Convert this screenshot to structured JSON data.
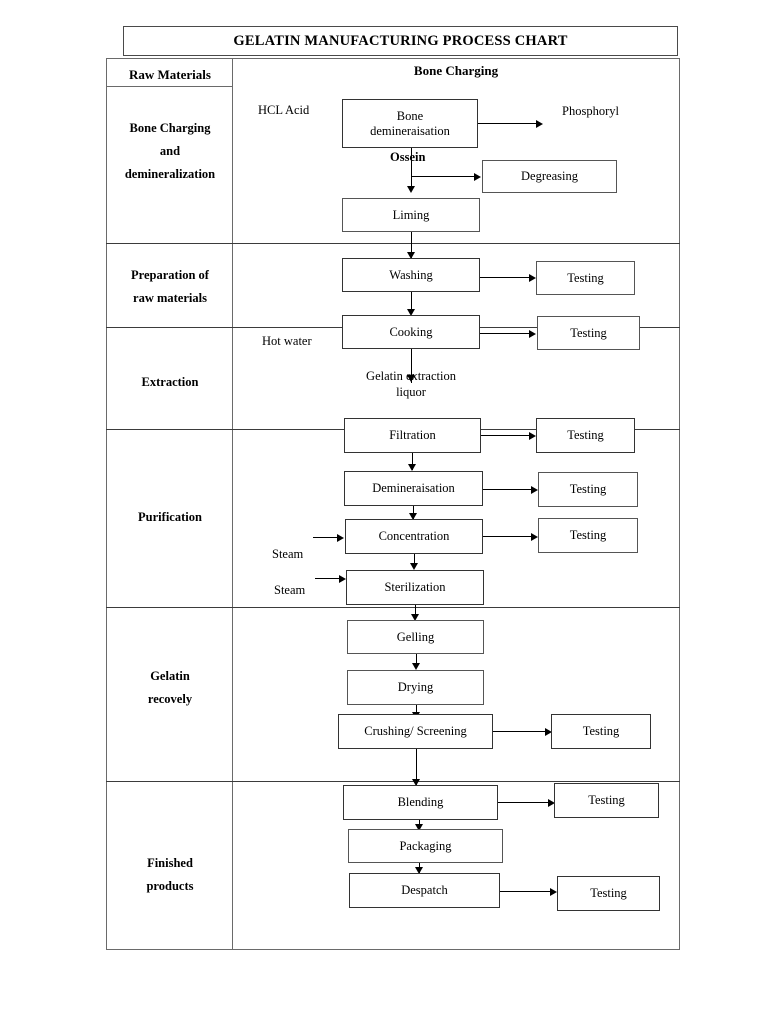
{
  "title": "GELATIN MANUFACTURING PROCESS CHART",
  "columns": {
    "stage_header": "Raw Materials",
    "flow_header": "Bone Charging"
  },
  "stages": [
    {
      "label": "Bone Charging\nand\ndemineralization",
      "lines": [
        "Bone Charging",
        "and",
        "demineralization"
      ]
    },
    {
      "label": "Preparation of raw materials",
      "lines": [
        "Preparation of",
        "raw materials"
      ]
    },
    {
      "label": "Extraction",
      "lines": [
        "Extraction"
      ]
    },
    {
      "label": "Purification",
      "lines": [
        "Purification"
      ]
    },
    {
      "label": "Gelatin recovely",
      "lines": [
        "Gelatin",
        "recovely"
      ]
    },
    {
      "label": "Finished products",
      "lines": [
        "Finished",
        "products"
      ]
    }
  ],
  "nodes": [
    {
      "id": "bone-demineraisation",
      "label": "Bone\ndemineraisation",
      "line1": "Bone",
      "line2": "demineraisation"
    },
    {
      "id": "degreasing",
      "label": "Degreasing"
    },
    {
      "id": "liming",
      "label": "Liming"
    },
    {
      "id": "washing",
      "label": "Washing"
    },
    {
      "id": "cooking",
      "label": "Cooking"
    },
    {
      "id": "filtration",
      "label": "Filtration"
    },
    {
      "id": "demineraisation",
      "label": "Demineraisation"
    },
    {
      "id": "concentration",
      "label": "Concentration"
    },
    {
      "id": "sterilization",
      "label": "Sterilization"
    },
    {
      "id": "gelling",
      "label": "Gelling"
    },
    {
      "id": "drying",
      "label": "Drying"
    },
    {
      "id": "crushing-screening",
      "label": "Crushing/ Screening"
    },
    {
      "id": "blending",
      "label": "Blending"
    },
    {
      "id": "packaging",
      "label": "Packaging"
    },
    {
      "id": "despatch",
      "label": "Despatch"
    }
  ],
  "testing_nodes": [
    {
      "id": "testing-washing",
      "label": "Testing"
    },
    {
      "id": "testing-cooking",
      "label": "Testing"
    },
    {
      "id": "testing-filtration",
      "label": "Testing"
    },
    {
      "id": "testing-demineraisation",
      "label": "Testing"
    },
    {
      "id": "testing-concentration",
      "label": "Testing"
    },
    {
      "id": "testing-crushing",
      "label": "Testing"
    },
    {
      "id": "testing-blending",
      "label": "Testing"
    },
    {
      "id": "testing-despatch",
      "label": "Testing"
    }
  ],
  "annotations": {
    "hcl_acid": "HCL Acid",
    "phosphoryl": "Phosphoryl",
    "ossein": "Ossein",
    "hot_water": "Hot water",
    "gelatin_extraction_liquor_1": "Gelatin extraction",
    "gelatin_extraction_liquor_2": "liquor",
    "steam_1": "Steam",
    "steam_2": "Steam"
  },
  "colors": {
    "ink": "#000000",
    "frame": "#6a6a6a",
    "node_border": "#333333",
    "background": "#ffffff"
  }
}
